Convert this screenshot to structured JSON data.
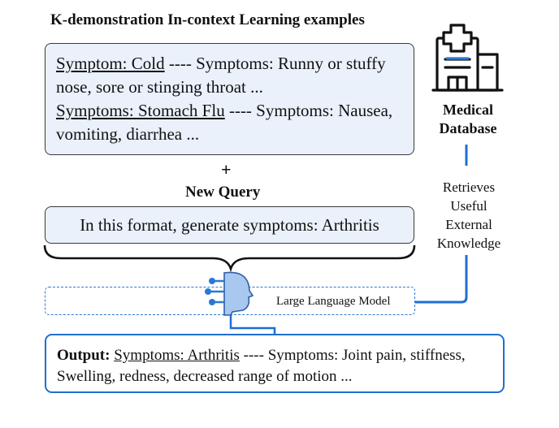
{
  "title": "K-demonstration In-context Learning examples",
  "demo": {
    "line1_link": "Symptom: Cold",
    "line1_rest": " ---- Symptoms: Runny or stuffy nose, sore or stinging throat ...",
    "line2_link": "Symptoms: Stomach Flu",
    "line2_rest": " ---- Symptoms: Nausea, vomiting, diarrhea ..."
  },
  "plus": "+",
  "new_query_label": "New Query",
  "query_text": "In this format, generate symptoms: Arthritis",
  "database": {
    "line1": "Medical",
    "line2": "Database",
    "icon": "hospital-icon"
  },
  "retrieves": {
    "line1": "Retrieves",
    "line2": "Useful",
    "line3": "External",
    "line4": "Knowledge"
  },
  "llm": {
    "label": "Large Language Model",
    "icon": "ai-head-icon"
  },
  "output": {
    "label": "Output:",
    "link": "Symptoms: Arthritis",
    "rest": " ---- Symptoms: Joint pain, stiffness, Swelling, redness, decreased range of motion ..."
  },
  "colors": {
    "accent": "#1f6fd0",
    "box_fill": "#eaf1fb",
    "head_fill": "#a9c8ef"
  }
}
